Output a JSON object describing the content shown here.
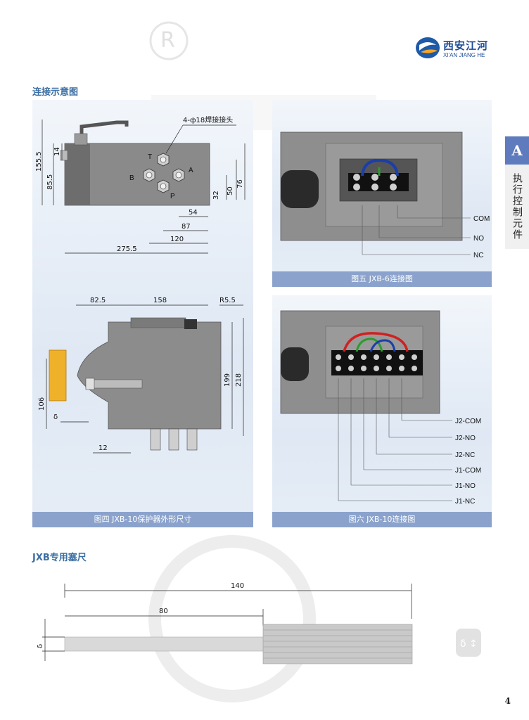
{
  "header": {
    "logo_cn": "西安江河",
    "logo_en": "XI'AN JIANG HE",
    "registered_mark": "R"
  },
  "side_tab": {
    "letter": "A",
    "text": "执行控制元件"
  },
  "section1": {
    "title": "连接示意图"
  },
  "fig_top_left": {
    "pipe_label": "4-ф18焊接接头",
    "ports": [
      "T",
      "A",
      "B",
      "P"
    ],
    "dims": [
      "155.5",
      "14",
      "85.5",
      "32",
      "50",
      "76",
      "54",
      "87",
      "120",
      "275.5"
    ]
  },
  "fig5": {
    "caption": "图五  JXB-6连接图",
    "labels": [
      "COM",
      "NO",
      "NC"
    ]
  },
  "fig4": {
    "caption": "图四  JXB-10保护器外形尺寸",
    "dims": [
      "82.5",
      "158",
      "R5.5",
      "199",
      "218",
      "106",
      "δ",
      "12"
    ]
  },
  "fig6": {
    "caption": "图六  JXB-10连接图",
    "labels": [
      "J2-COM",
      "J2-NO",
      "J2-NC",
      "J1-COM",
      "J1-NO",
      "J1-NC"
    ]
  },
  "section2": {
    "title": "JXB专用塞尺"
  },
  "feeler": {
    "dims": [
      "140",
      "80",
      "δ"
    ],
    "badge": "δ ↕"
  },
  "page_number": "4",
  "colors": {
    "accent": "#3c6fa3",
    "caption_bg": "#8ba3cc",
    "tab_bg": "#5d7bbd"
  }
}
